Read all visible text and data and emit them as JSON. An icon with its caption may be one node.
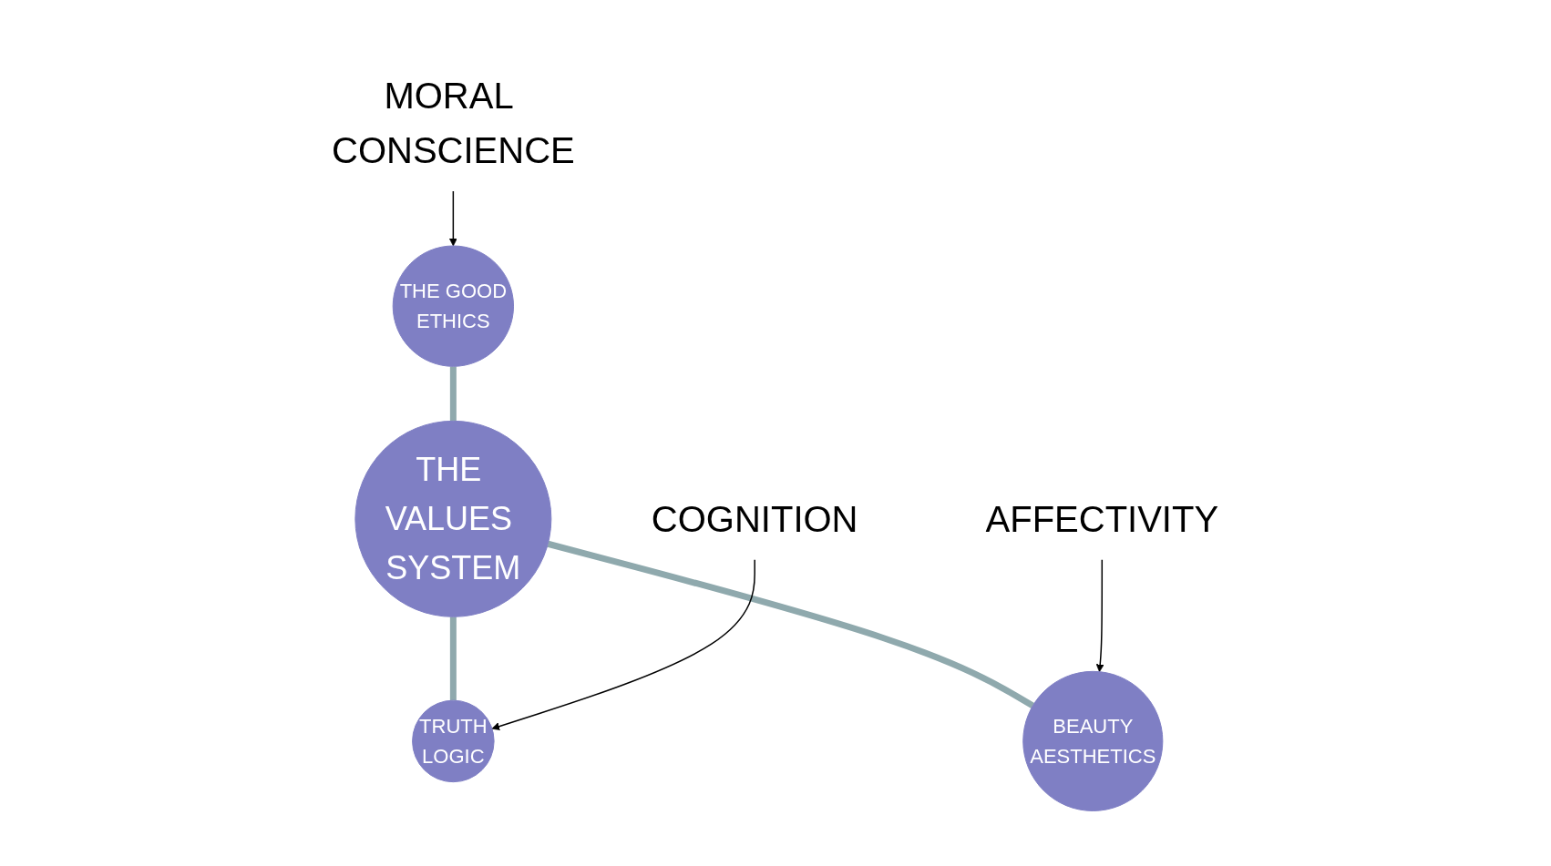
{
  "diagram": {
    "nodes": [
      {
        "text": [
          "MORAL CONSCIENCE"
        ]
      },
      {
        "text": [
          "THE GOOD",
          "ETHICS"
        ]
      },
      {
        "text": [
          "THE VALUES SYSTEM"
        ]
      },
      {
        "text": [
          "TRUTH",
          "LOGIC"
        ]
      },
      {
        "text": [
          "BEAUTY",
          "AESTHETICS"
        ]
      },
      {
        "text": [
          "COGNITION"
        ]
      },
      {
        "text": [
          "AFFECTIVITY"
        ]
      }
    ],
    "edges": [
      {
        "from": 0,
        "to": 1,
        "arrow": "to"
      },
      {
        "from": 1,
        "to": 2,
        "arrow": "none",
        "style": "thick",
        "color": "#8fa9ad"
      },
      {
        "from": 2,
        "to": 3,
        "arrow": "none",
        "style": "thick",
        "color": "#8fa9ad"
      },
      {
        "from": 2,
        "to": 4,
        "arrow": "none",
        "style": "thick",
        "color": "#8fa9ad"
      },
      {
        "from": 5,
        "to": 3,
        "arrow": "to"
      },
      {
        "from": 6,
        "to": 4,
        "arrow": "to"
      }
    ]
  }
}
